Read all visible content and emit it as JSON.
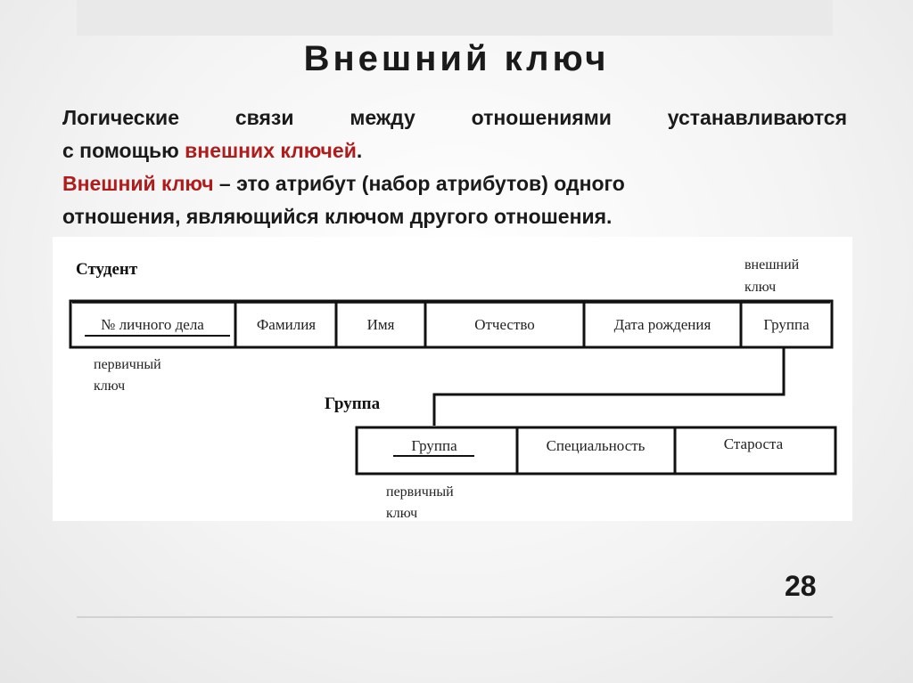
{
  "slide": {
    "title": "Внешний ключ",
    "para1": {
      "line1": "Логические связи между отношениями устанавливаются",
      "line2_pre": "с помощью ",
      "line2_red": "внешних ключей",
      "line2_post": "."
    },
    "para2": {
      "line1_red": "Внешний ключ",
      "line1_post": " – это атрибут (набор атрибутов) одного",
      "line2": "отношения, являющийся ключом другого отношения."
    },
    "page_number": "28"
  },
  "diagram": {
    "student": {
      "name": "Студент",
      "attributes": [
        "№ личного дела",
        "Фамилия",
        "Имя",
        "Отчество",
        "Дата рождения",
        "Группа"
      ],
      "primary_key_label": [
        "первичный",
        "ключ"
      ],
      "foreign_key_label": [
        "внешний",
        "ключ"
      ]
    },
    "group": {
      "name": "Группа",
      "attributes": [
        "Группа",
        "Специальность",
        "Староста"
      ],
      "primary_key_label": [
        "первичный",
        "ключ"
      ]
    }
  },
  "colors": {
    "accent_red": "#b01c1c",
    "text": "#1a1a1a"
  }
}
